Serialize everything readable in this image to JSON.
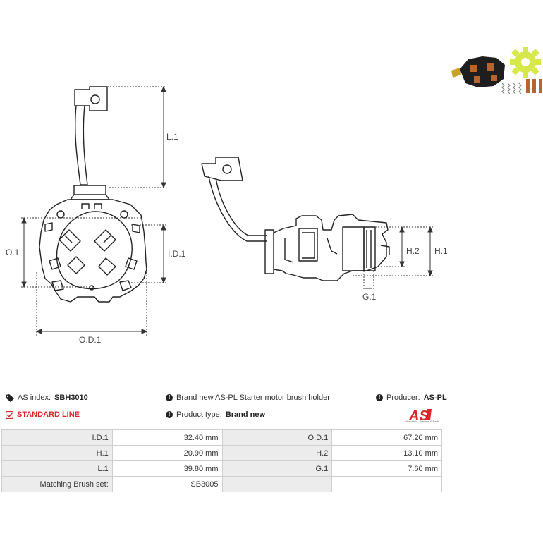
{
  "dimensions": {
    "l1": "L.1",
    "o1": "O.1",
    "id1": "I.D.1",
    "od1": "O.D.1",
    "h1": "H.1",
    "h2": "H.2",
    "g1": "G.1"
  },
  "info": {
    "as_index_label": "AS index:",
    "as_index_value": "SBH3010",
    "description": "Brand new AS-PL Starter motor brush holder",
    "producer_label": "Producer:",
    "producer_value": "AS-PL",
    "standard_line": "STANDARD LINE",
    "product_type_label": "Product type:",
    "product_type_value": "Brand new"
  },
  "logo": {
    "mark": "AS",
    "tagline": "Alternators, Starters & Parts",
    "color": "#d8262c"
  },
  "specs": [
    {
      "label": "I.D.1",
      "value": "32.40 mm",
      "label2": "O.D.1",
      "value2": "67.20 mm"
    },
    {
      "label": "H.1",
      "value": "20.90 mm",
      "label2": "H.2",
      "value2": "13.10 mm"
    },
    {
      "label": "L.1",
      "value": "39.80 mm",
      "label2": "G.1",
      "value2": "7.60 mm"
    },
    {
      "label": "Matching Brush set:",
      "value": "SB3005",
      "label2": "",
      "value2": ""
    }
  ],
  "colors": {
    "accent_red": "#d8262c",
    "photo_gear": "#d6e84a",
    "photo_copper": "#b5652f"
  },
  "icons": [
    "tag-icon",
    "info-icon",
    "check-square-icon"
  ]
}
